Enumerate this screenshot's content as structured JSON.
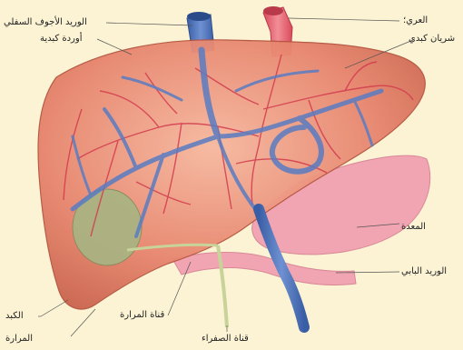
{
  "labels": {
    "ivc": "الوريد الأجوف السفلي",
    "hepatic_veins": "أوردة كبدية",
    "aorta": "العري؛",
    "hepatic_artery": "شريان كبدي",
    "stomach": "المعدة",
    "portal_vein": "الوريد البابي",
    "liver": "الكبد",
    "gallbladder": "المرارة",
    "cystic_duct": "قناة المرارة",
    "bile_duct": "قناة الصفراء"
  },
  "colors": {
    "background": "#fbf3d4",
    "liver": "#e8866f",
    "vein": "#4a6fb5",
    "artery": "#e05c6a",
    "stomach": "#f1a4b2",
    "gallbladder": "#a7b583",
    "bile": "#c8d39a",
    "leader": "#555555"
  }
}
